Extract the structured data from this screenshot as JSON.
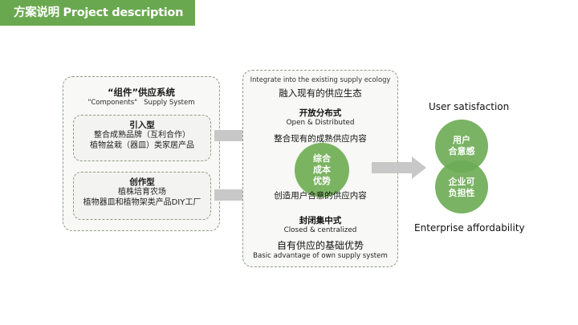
{
  "header": {
    "title": "方案说明 Project description"
  },
  "left_panel": {
    "title_cn": "“组件”供应系统",
    "title_en": "\"Components\"   Supply System",
    "groups": [
      {
        "title": "引入型",
        "lines": [
          "整合成熟品牌（互利合作）",
          "植物盆栽（器皿）类家居产品"
        ]
      },
      {
        "title": "创作型",
        "lines": [
          "植株培育农场",
          "植物器皿和植物架类产品DIY工厂"
        ]
      }
    ]
  },
  "center_panel": {
    "header_en": "Integrate into the existing supply ecology",
    "header_cn": "融入现有的供应生态",
    "open": {
      "title_cn": "开放分布式",
      "title_en": "Open & Distributed",
      "desc": "整合现有的成熟供应内容"
    },
    "core_circle": [
      "综合",
      "成本",
      "优势"
    ],
    "create_desc": "创造用户合意的供应内容",
    "closed": {
      "title_cn": "封闭集中式",
      "title_en": "Closed & centralized",
      "desc_cn": "自有供应的基础优势",
      "desc_en": "Basic advantage of own supply system"
    }
  },
  "right_panel": {
    "user_satisfaction": "User satisfaction",
    "enterprise_affordability": "Enterprise affordability",
    "circle_top": [
      "用户",
      "合意感"
    ],
    "circle_bottom": [
      "企业可",
      "负担性"
    ]
  },
  "colors": {
    "brand_green": "#6aa84f",
    "circle_green": "#7bb461",
    "arrow_gray": "#c8c8c8",
    "dashed_border": "#8e9c86"
  }
}
